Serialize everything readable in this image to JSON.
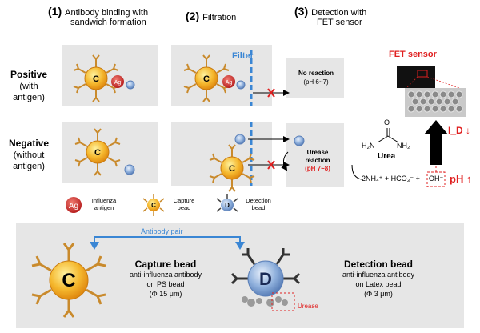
{
  "steps": [
    {
      "num": "(1)",
      "line1": "Antibody binding with",
      "line2": "sandwich formation"
    },
    {
      "num": "(2)",
      "line1": "Filtration",
      "line2": ""
    },
    {
      "num": "(3)",
      "line1": "Detection with",
      "line2": "FET sensor"
    }
  ],
  "rows": {
    "positive": {
      "title": "Positive",
      "l2": "(with",
      "l3": "antigen)"
    },
    "negative": {
      "title": "Negative",
      "l2": "(without",
      "l3": "antigen)"
    }
  },
  "labels": {
    "filter": "Filter",
    "no_reaction": "No reaction",
    "no_reaction_ph": "(pH 6~7)",
    "urease_reaction_1": "Urease",
    "urease_reaction_2": "reaction",
    "urease_ph": "(pH 7~8)",
    "fet_sensor": "FET sensor",
    "urea": "Urea",
    "h2n_left": "H₂N",
    "nh2_right": "NH₂",
    "oxygen": "O",
    "equation": "2NH₄⁺ + HCO₃⁻ +",
    "oh": "OH⁻",
    "ph_up": "pH ↑",
    "id_down": "I_D ↓",
    "bead_c": "C",
    "bead_d": "D",
    "ag": "Ag"
  },
  "legend": {
    "ag_l1": "Influenza",
    "ag_l2": "antigen",
    "capture_l1": "Capture",
    "capture_l2": "bead",
    "detect_l1": "Detection",
    "detect_l2": "bead"
  },
  "bottom": {
    "antibody_pair": "Antibody pair",
    "capture_title": "Capture bead",
    "capture_l1": "anti-influenza antibody",
    "capture_l2": "on PS bead",
    "capture_l3": "(Φ 15 μm)",
    "detect_title": "Detection bead",
    "detect_l1": "anti-influenza antibody",
    "detect_l2": "on Latex bead",
    "detect_l3": "(Φ 3 μm)",
    "urease": "Urease"
  },
  "colors": {
    "capture": "#f5a623",
    "detect": "#7fa3d8",
    "antigen": "#c9302c",
    "red": "#e02020",
    "blue": "#3a86d4",
    "panel": "#e6e6e6"
  }
}
